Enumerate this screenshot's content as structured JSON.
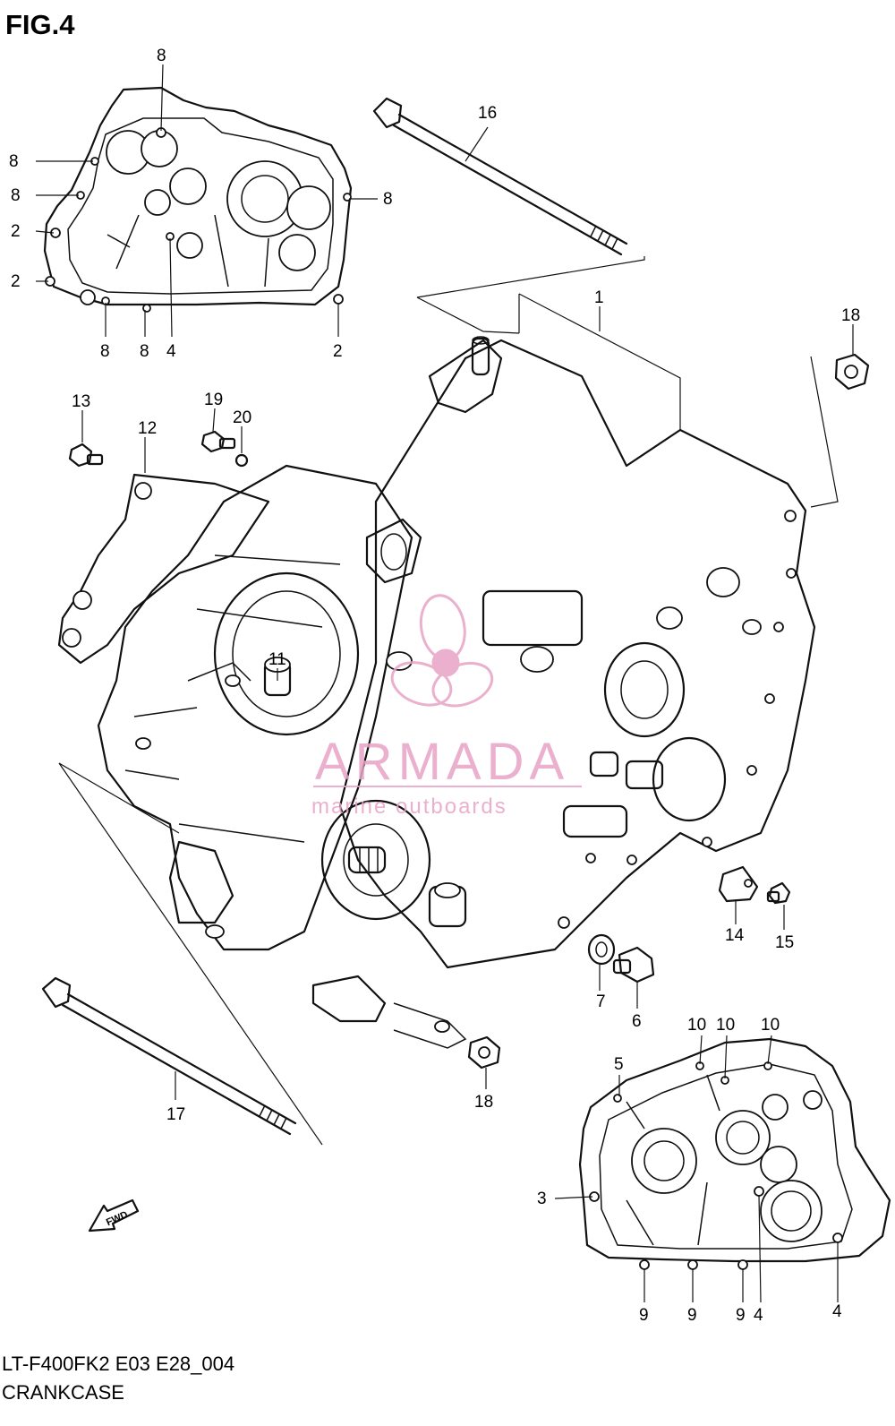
{
  "figure": {
    "title": "FIG.4",
    "model_code": "LT-F400FK2 E03 E28_004",
    "section_name": "CRANKCASE"
  },
  "callouts": [
    {
      "id": "c1",
      "label": "1"
    },
    {
      "id": "c2a",
      "label": "2"
    },
    {
      "id": "c2b",
      "label": "2"
    },
    {
      "id": "c2c",
      "label": "2"
    },
    {
      "id": "c3",
      "label": "3"
    },
    {
      "id": "c4a",
      "label": "4"
    },
    {
      "id": "c4b",
      "label": "4"
    },
    {
      "id": "c4c",
      "label": "4"
    },
    {
      "id": "c5",
      "label": "5"
    },
    {
      "id": "c6",
      "label": "6"
    },
    {
      "id": "c7",
      "label": "7"
    },
    {
      "id": "c8a",
      "label": "8"
    },
    {
      "id": "c8b",
      "label": "8"
    },
    {
      "id": "c8c",
      "label": "8"
    },
    {
      "id": "c8d",
      "label": "8"
    },
    {
      "id": "c8e",
      "label": "8"
    },
    {
      "id": "c8f",
      "label": "8"
    },
    {
      "id": "c9a",
      "label": "9"
    },
    {
      "id": "c9b",
      "label": "9"
    },
    {
      "id": "c9c",
      "label": "9"
    },
    {
      "id": "c10a",
      "label": "10"
    },
    {
      "id": "c10b",
      "label": "10"
    },
    {
      "id": "c10c",
      "label": "10"
    },
    {
      "id": "c11",
      "label": "11"
    },
    {
      "id": "c12",
      "label": "12"
    },
    {
      "id": "c13",
      "label": "13"
    },
    {
      "id": "c14",
      "label": "14"
    },
    {
      "id": "c15",
      "label": "15"
    },
    {
      "id": "c16",
      "label": "16"
    },
    {
      "id": "c17",
      "label": "17"
    },
    {
      "id": "c18a",
      "label": "18"
    },
    {
      "id": "c18b",
      "label": "18"
    },
    {
      "id": "c19",
      "label": "19"
    },
    {
      "id": "c20",
      "label": "20"
    }
  ],
  "watermark": {
    "brand": "ARMADA",
    "tagline": "marine outboards",
    "color": "#e8a3c5"
  },
  "direction_marker": {
    "label": "FWD"
  }
}
